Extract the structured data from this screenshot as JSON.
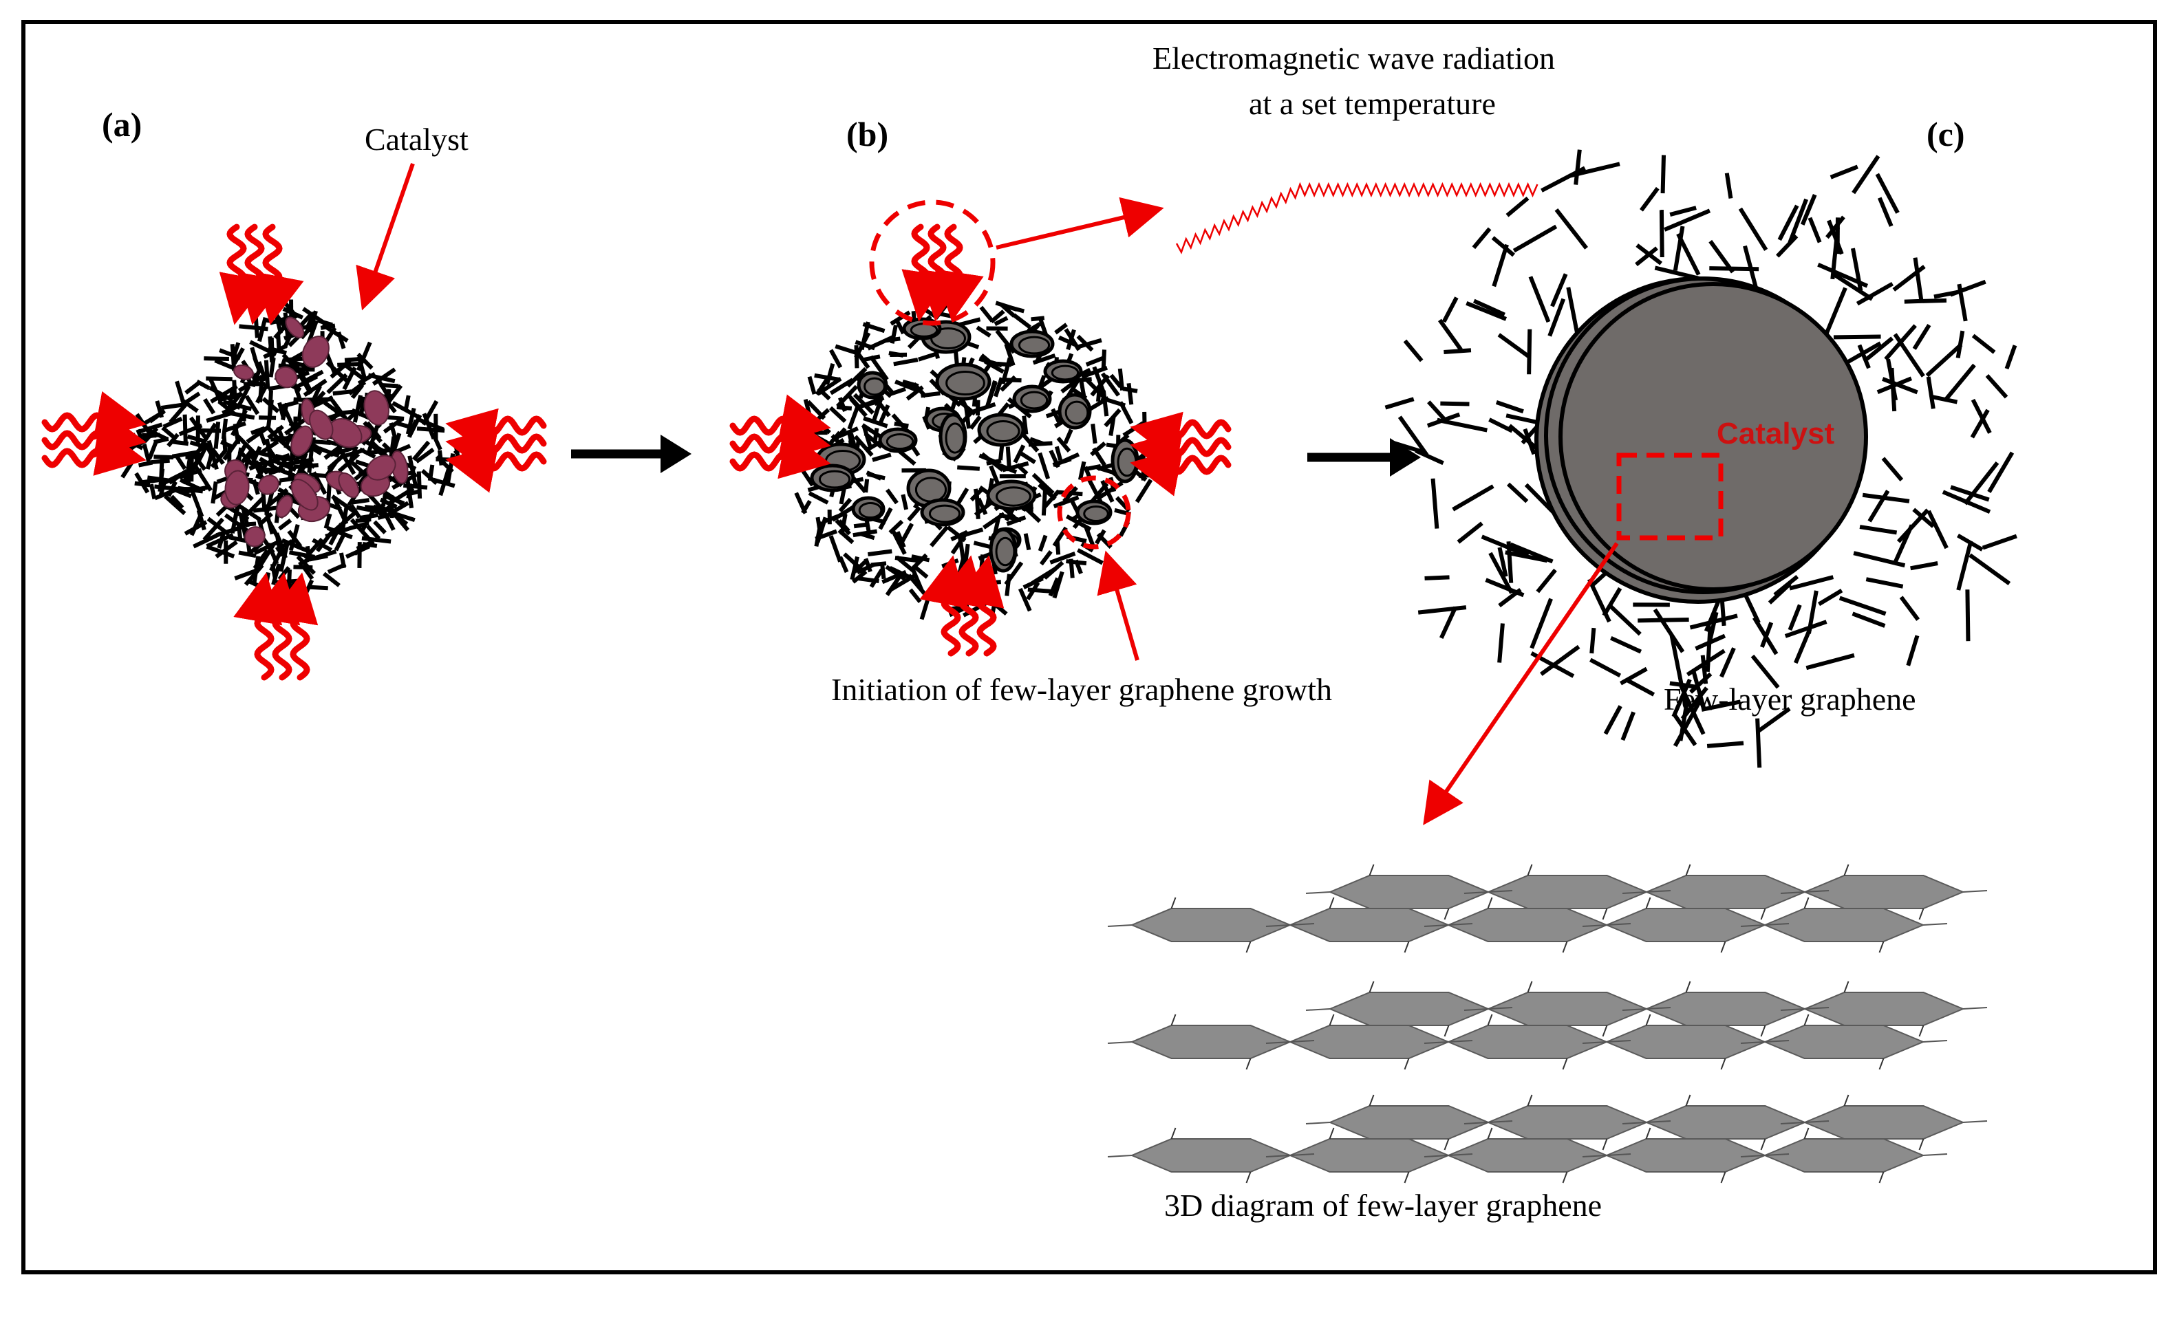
{
  "labels": {
    "panel_a": "(a)",
    "panel_b": "(b)",
    "panel_c": "(c)",
    "catalyst_a": "Catalyst",
    "em_line1": "Electromagnetic  wave radiation",
    "em_line2": "at a set temperature",
    "initiation": "Initiation  of few-layer  graphene  growth",
    "catalyst_c": "Catalyst",
    "few_layer": "Few-layer  graphene",
    "diagram_3d": "3D  diagram  of few-layer  graphene"
  },
  "colors": {
    "heat": "#ee0000",
    "catalyst_particle": "#8e3a5a",
    "graphene_core": "#6f6b69",
    "sheet": "#8c8c8c",
    "catalyst_text": "#cc1111"
  }
}
